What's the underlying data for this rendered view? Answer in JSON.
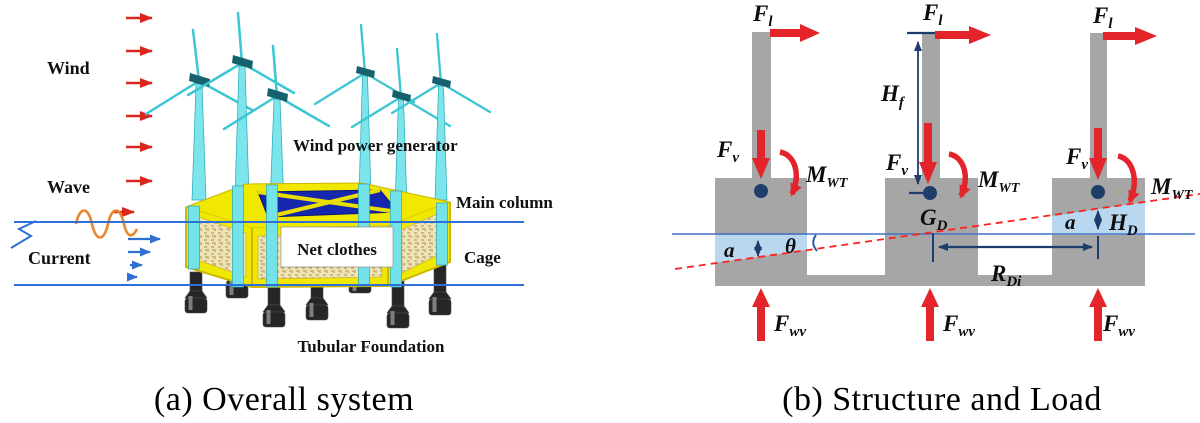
{
  "figure": {
    "caption_a": "(a) Overall system",
    "caption_b": "(b) Structure and Load"
  },
  "panel_a": {
    "labels": {
      "wind": "Wind",
      "wave": "Wave",
      "current": "Current",
      "generator": "Wind power generator",
      "main_column": "Main column",
      "net_clothes": "Net clothes",
      "cage": "Cage",
      "foundation": "Tubular Foundation"
    },
    "colors": {
      "wind_arrow_red": "#d8261f",
      "water_line_blue": "#2f6fd8",
      "current_arrow_blue": "#2e6fd0",
      "wave_orange": "#e8872b",
      "turbine_cyan": "#6ee0e8",
      "cage_yellow": "#f0e800",
      "net_tan": "#efe4b8",
      "solar_panel_blue": "#1527ad",
      "foundation_black": "#262626"
    }
  },
  "panel_b": {
    "labels": {
      "Fl": {
        "main": "F",
        "sub": "l"
      },
      "Fv": {
        "main": "F",
        "sub": "v"
      },
      "Mwt": {
        "main": "M",
        "sub": "WT"
      },
      "Fwv": {
        "main": "F",
        "sub": "wv"
      },
      "Hf": {
        "main": "H",
        "sub": "f"
      },
      "Gd": {
        "main": "G",
        "sub": "D"
      },
      "Rdi": {
        "main": "R",
        "sub": "Di"
      },
      "Hd": {
        "main": "H",
        "sub": "D"
      },
      "a": "a",
      "theta": "θ"
    },
    "colors": {
      "structure_gray": "#a6a6a6",
      "force_red": "#e3242b",
      "dimension_navy": "#1e3c6e",
      "draft_shade_blue": "#b9d7ee",
      "water_line_blue": "#4472c4",
      "tilt_line_red": "#ff2020"
    }
  }
}
